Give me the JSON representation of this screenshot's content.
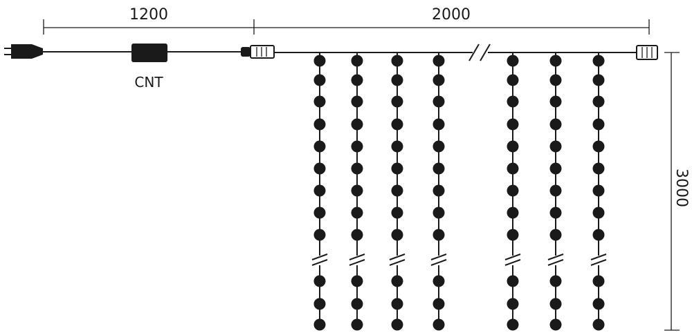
{
  "dimensions": {
    "lead_length": "1200",
    "curtain_width": "2000",
    "drop_length": "3000"
  },
  "labels": {
    "controller": "CNT"
  },
  "icons": {
    "plug": "power-plug-icon",
    "controller": "controller-box-icon",
    "connector": "connector-icon"
  },
  "colors": {
    "line": "#1a1a1a",
    "background": "#ffffff"
  }
}
